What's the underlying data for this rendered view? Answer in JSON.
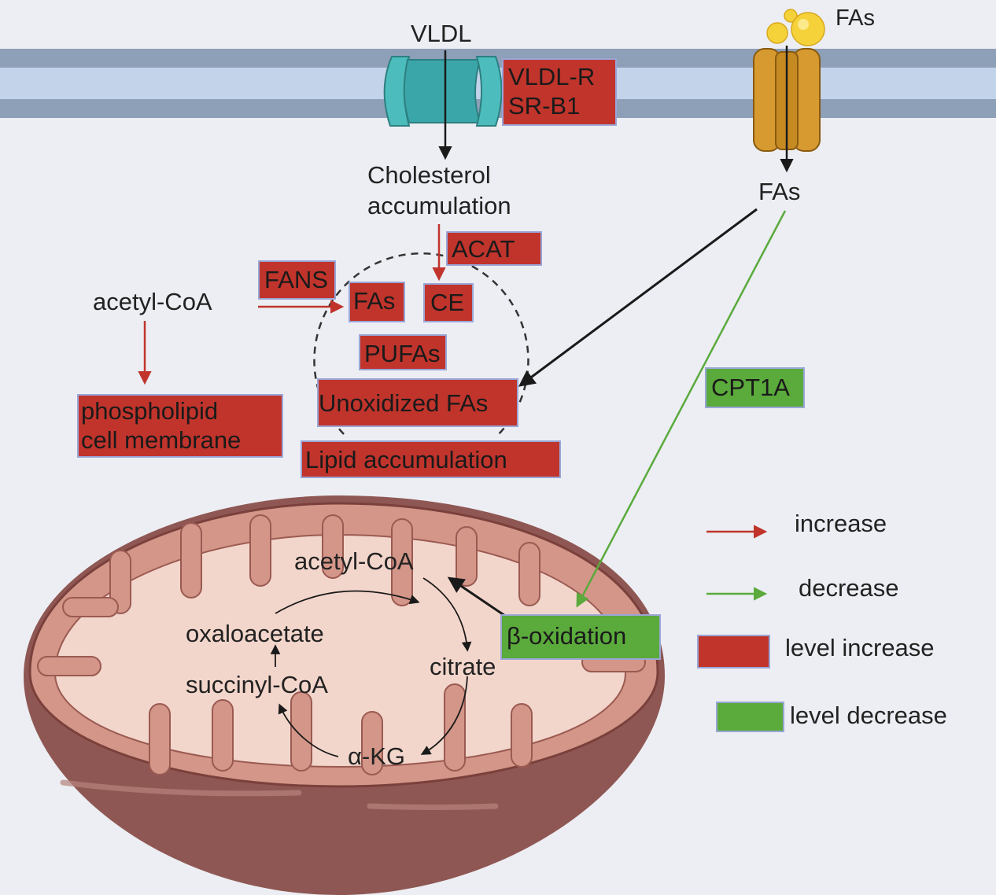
{
  "labels": {
    "vldl": "VLDL",
    "fas_top": "FAs",
    "fas_right": "FAs",
    "cholesterol_line1": "Cholesterol",
    "cholesterol_line2": "accumulation",
    "acetyl_coa_cyto": "acetyl-CoA",
    "acetyl_coa_mito": "acetyl-CoA",
    "oxaloacetate": "oxaloacetate",
    "succinyl_coa": "succinyl-CoA",
    "citrate": "citrate",
    "akg": "α-KG"
  },
  "boxes": {
    "vldl_r": "VLDL-R",
    "sr_b1": "SR-B1",
    "acat": "ACAT",
    "fans": "FANS",
    "fas_inner": "FAs",
    "ce": "CE",
    "pufas": "PUFAs",
    "unoxidized_fas": "Unoxidized FAs",
    "lipid_accumulation": "Lipid accumulation",
    "phospholipid_line1": "phospholipid",
    "phospholipid_line2": "cell membrane",
    "cpt1a": "CPT1A",
    "beta_oxidation": "β-oxidation"
  },
  "legend": {
    "increase": "increase",
    "decrease": "decrease",
    "level_increase": "level increase",
    "level_decrease": "level decrease"
  },
  "colors": {
    "increase": "#c0342c",
    "decrease": "#5aaa3c",
    "neutral": "#1a1a1a"
  }
}
